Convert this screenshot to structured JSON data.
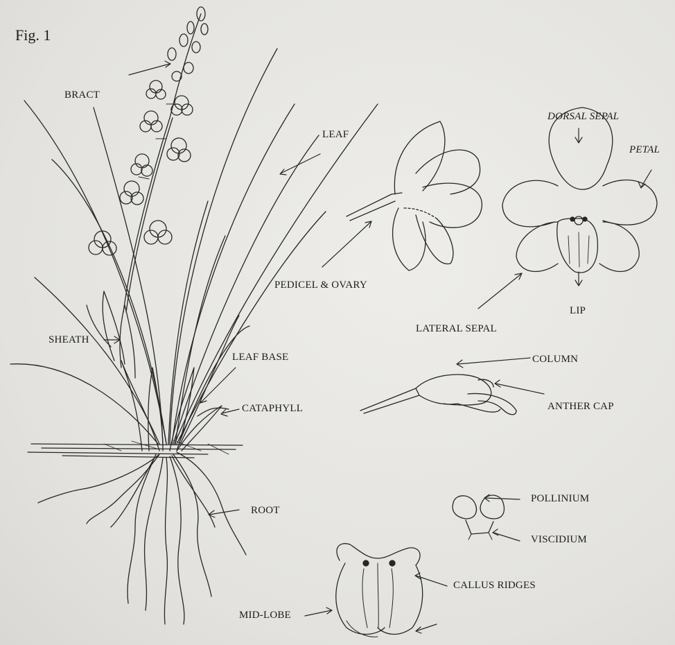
{
  "figure": {
    "caption": "Fig. 1",
    "labels": {
      "bract": "BRACT",
      "leaf": "LEAF",
      "dorsal_sepal": "DORSAL SEPAL",
      "petal": "PETAL",
      "pedicel_ovary": "PEDICEL & OVARY",
      "lip": "LIP",
      "lateral_sepal": "LATERAL SEPAL",
      "sheath": "SHEATH",
      "leaf_base": "LEAF BASE",
      "column": "COLUMN",
      "cataphyll": "CATAPHYLL",
      "anther_cap": "ANTHER CAP",
      "root": "ROOT",
      "pollinium": "POLLINIUM",
      "viscidium": "VISCIDIUM",
      "callus_ridges": "CALLUS RIDGES",
      "mid_lobe": "MID-LOBE"
    }
  },
  "colors": {
    "ink": "#1c1c1c",
    "paper": "#e7e6e2"
  }
}
